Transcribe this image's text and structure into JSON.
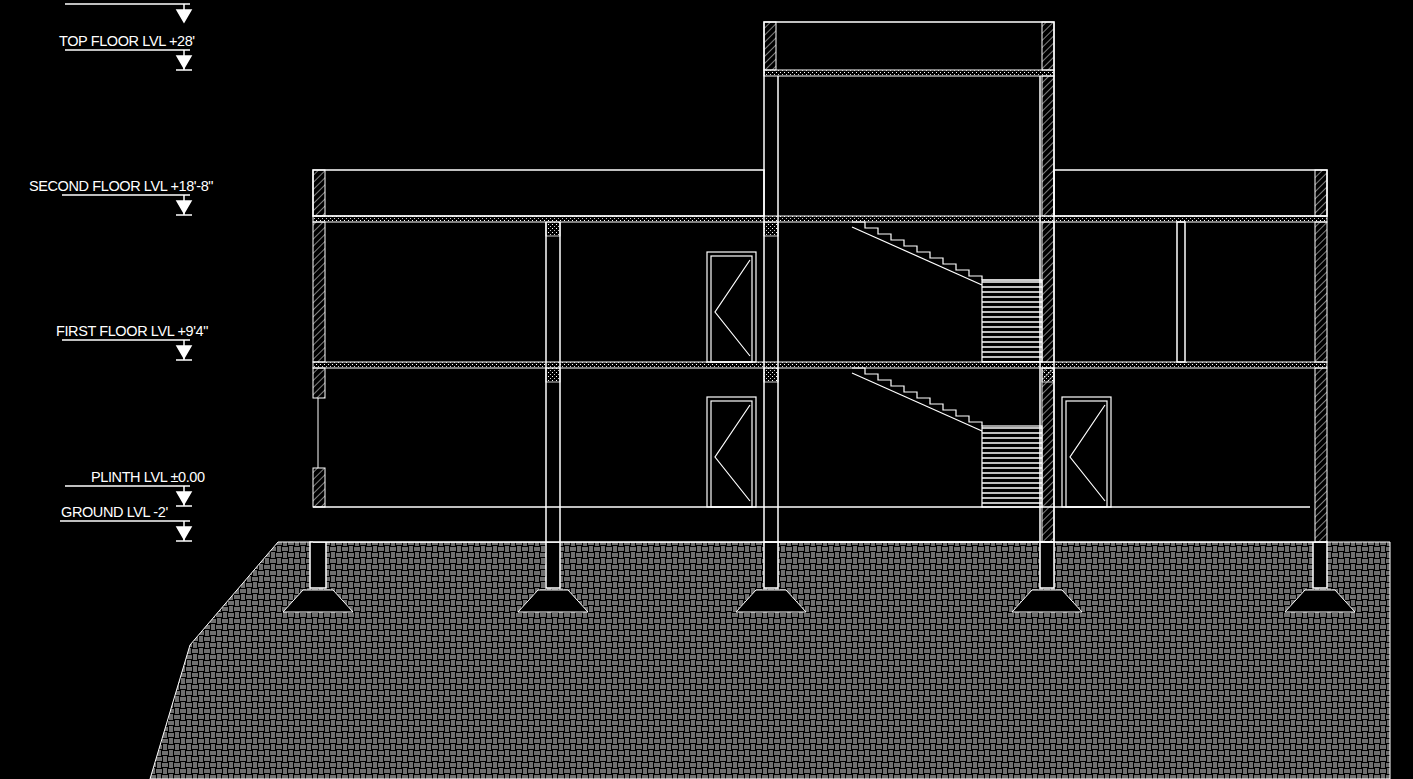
{
  "diagram": {
    "labels": [
      "TOP FLOOR LVL +28'",
      "SECOND FLOOR LVL +18'-8\"",
      "FIRST FLOOR LVL +9'4\"",
      "PLINTH LVL ±0.00",
      "GROUND LVL -2'"
    ]
  }
}
